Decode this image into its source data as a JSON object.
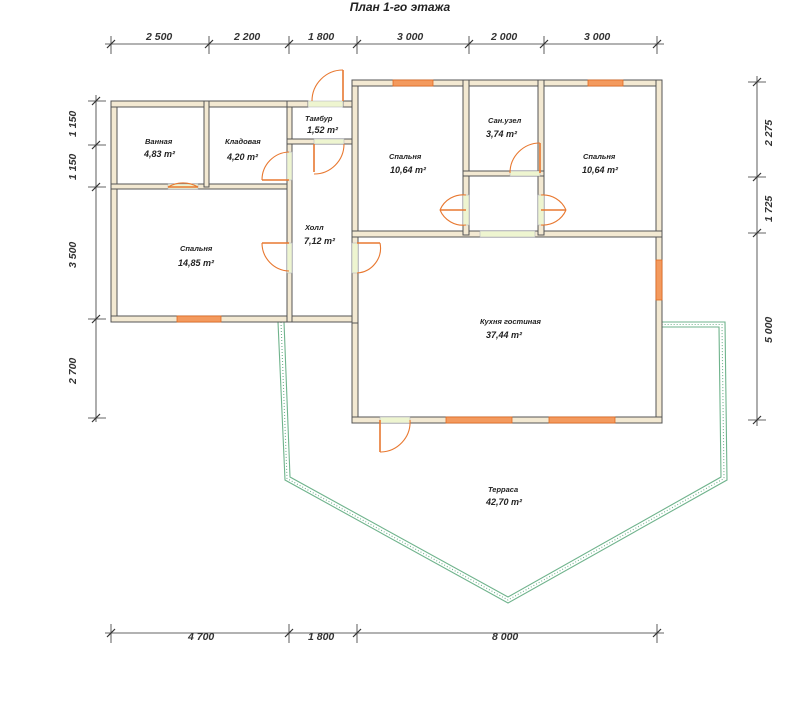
{
  "title": "План 1-го этажа",
  "rooms": {
    "vannaya": {
      "name": "Ванная",
      "area": "4,83 m²"
    },
    "kladovaya": {
      "name": "Кладовая",
      "area": "4,20 m²"
    },
    "tambur": {
      "name": "Тамбур",
      "area": "1,52 m²"
    },
    "spalnya1": {
      "name": "Спальня",
      "area": "10,64 m²"
    },
    "sanuzel": {
      "name": "Сан.узел",
      "area": "3,74 m²"
    },
    "spalnya2": {
      "name": "Спальня",
      "area": "10,64 m²"
    },
    "spalnya3": {
      "name": "Спальня",
      "area": "14,85 m²"
    },
    "holl": {
      "name": "Холл",
      "area": "7,12 m²"
    },
    "kuhnya": {
      "name": "Кухня гостиная",
      "area": "37,44 m²"
    },
    "terrasa": {
      "name": "Терраса",
      "area": "42,70 m²"
    }
  },
  "dimensions": {
    "top": [
      "2 500",
      "2 200",
      "1 800",
      "3 000",
      "2 000",
      "3 000"
    ],
    "bottom": [
      "4 700",
      "1 800",
      "8 000"
    ],
    "left": [
      "1 150",
      "1 150",
      "3 500",
      "2 700"
    ],
    "right": [
      "2 275",
      "1 725",
      "5 000"
    ]
  },
  "colors": {
    "wall_fill": "#f3e9d2",
    "window": "#f39a5e",
    "door_swing": "#e87830",
    "terrace_rail": "#6fb38c"
  }
}
